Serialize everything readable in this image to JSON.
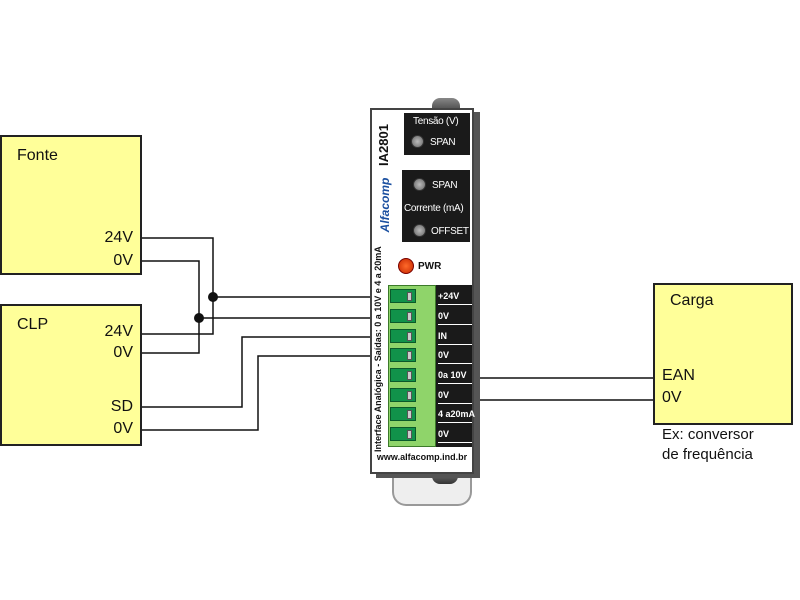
{
  "fonte": {
    "title": "Fonte",
    "terminals": [
      "24V",
      "0V"
    ]
  },
  "clp": {
    "title": "CLP",
    "terminals": [
      "24V",
      "0V",
      "SD",
      "0V"
    ]
  },
  "carga": {
    "title": "Carga",
    "terminals": [
      "EAN",
      "0V"
    ],
    "note_line1": "Ex: conversor",
    "note_line2": "de frequência"
  },
  "device": {
    "model": "IA2801",
    "brand": "Alfacomp",
    "voltage_panel_title": "Tensão (V)",
    "voltage_span": "SPAN",
    "current_span": "SPAN",
    "current_panel_title": "Corrente (mA)",
    "current_offset": "OFFSET",
    "pwr_label": "PWR",
    "side_text": "Interface Analógica - Saídas: 0 a 10V e 4 a 20mA",
    "terminals": [
      "+24V",
      "0V",
      "IN",
      "0V",
      "0a 10V",
      "0V",
      "4 a20mA",
      "0V"
    ],
    "website": "www.alfacomp.ind.br"
  },
  "colors": {
    "box_fill": "#ffff99",
    "terminal_green": "#11924a",
    "led_red": "#e0390f"
  }
}
